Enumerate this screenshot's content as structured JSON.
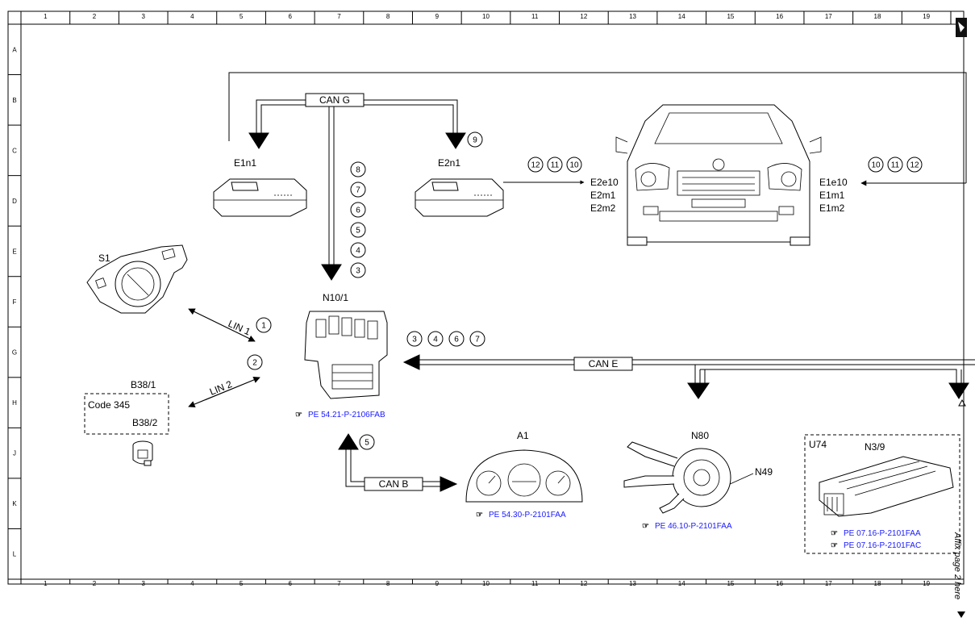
{
  "grid": {
    "columns": [
      "1",
      "2",
      "3",
      "4",
      "5",
      "6",
      "7",
      "8",
      "9",
      "10",
      "11",
      "12",
      "13",
      "14",
      "15",
      "16",
      "17",
      "18",
      "19"
    ],
    "rows": [
      "A",
      "B",
      "C",
      "D",
      "E",
      "F",
      "G",
      "H",
      "J",
      "K",
      "L"
    ]
  },
  "components": {
    "e1n1": "E1n1",
    "e2n1": "E2n1",
    "s1": "S1",
    "n10_1": "N10/1",
    "b38_1": "B38/1",
    "code345": "Code 345",
    "b38_2": "B38/2",
    "a1": "A1",
    "n80": "N80",
    "n49": "N49",
    "u74": "U74",
    "n3_9": "N3/9"
  },
  "left_headlamp_labels": [
    "E2e10",
    "E2m1",
    "E2m2"
  ],
  "right_headlamp_labels": [
    "E1e10",
    "E1m1",
    "E1m2"
  ],
  "buses": {
    "can_g": "CAN G",
    "can_e": "CAN E",
    "can_b": "CAN B",
    "lin1": "LIN 1",
    "lin2": "LIN 2"
  },
  "circled": {
    "c9": "9",
    "stack": [
      "8",
      "7",
      "6",
      "5",
      "4",
      "3"
    ],
    "left_group": [
      "12",
      "11",
      "10"
    ],
    "right_group": [
      "10",
      "11",
      "12"
    ],
    "lin1": "1",
    "lin2": "2",
    "can_e_group": [
      "3",
      "4",
      "6",
      "7"
    ],
    "can_b": "5"
  },
  "references": {
    "n10": "PE 54.21-P-2106FAB",
    "a1": "PE 54.30-P-2101FAA",
    "n80": "PE 46.10-P-2101FAA",
    "n3_9_a": "PE 07.16-P-2101FAA",
    "n3_9_b": "PE 07.16-P-2101FAC"
  },
  "affix_note": "Affix page 2 here",
  "colors": {
    "reference_link": "#1a1aff",
    "line": "#000000"
  }
}
